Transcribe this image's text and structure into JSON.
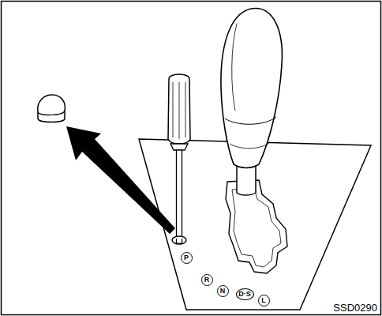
{
  "diagram": {
    "nodes": [
      {
        "text": [
          "P"
        ]
      },
      {
        "text": [
          "R"
        ]
      },
      {
        "text": [
          "N"
        ]
      },
      {
        "text": [
          "D·S"
        ]
      },
      {
        "text": [
          "L"
        ]
      }
    ],
    "labels": [
      "SSD0290"
    ]
  }
}
